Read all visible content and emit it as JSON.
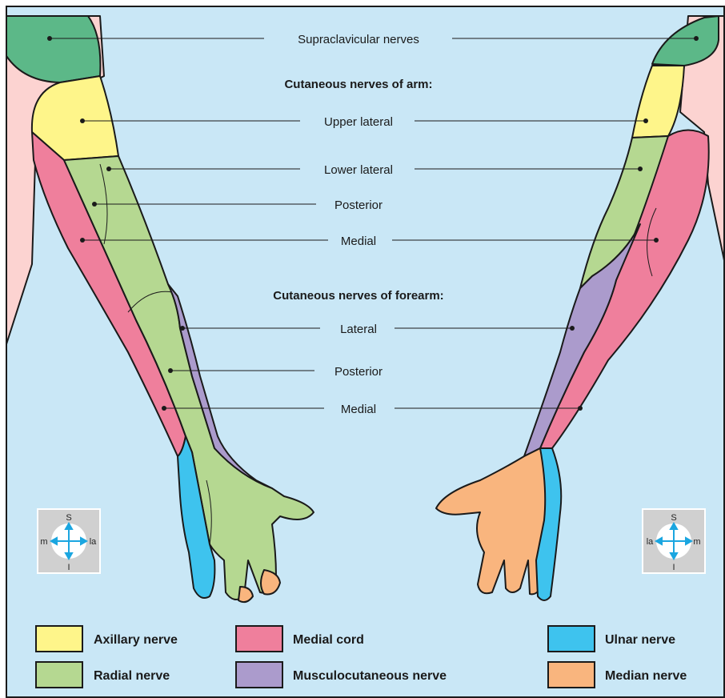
{
  "labels": {
    "supraclavicular": "Supraclavicular nerves",
    "arm_header": "Cutaneous nerves of arm:",
    "upper_lateral": "Upper lateral",
    "lower_lateral": "Lower lateral",
    "arm_posterior": "Posterior",
    "arm_medial": "Medial",
    "forearm_header": "Cutaneous nerves of forearm:",
    "forearm_lateral": "Lateral",
    "forearm_posterior": "Posterior",
    "forearm_medial": "Medial"
  },
  "compass_left": {
    "s": "S",
    "i": "I",
    "west": "m",
    "east": "la"
  },
  "compass_right": {
    "s": "S",
    "i": "I",
    "west": "la",
    "east": "m"
  },
  "legend": [
    {
      "label": "Axillary nerve",
      "color": "#fef58a"
    },
    {
      "label": "Medial cord",
      "color": "#ef7f9c"
    },
    {
      "label": "Ulnar nerve",
      "color": "#3ec3ee"
    },
    {
      "label": "Radial nerve",
      "color": "#b5d891"
    },
    {
      "label": "Musculocutaneous nerve",
      "color": "#ab9bcc"
    },
    {
      "label": "Median nerve",
      "color": "#f9b57e"
    }
  ],
  "colors": {
    "background": "#c9e7f6",
    "skin": "#fcd3d1",
    "supraclavicular": "#5cb888",
    "axillary": "#fef58a",
    "radial": "#b5d891",
    "medial_cord": "#ef7f9c",
    "musculocutaneous": "#ab9bcc",
    "ulnar": "#3ec3ee",
    "median": "#f9b57e"
  }
}
